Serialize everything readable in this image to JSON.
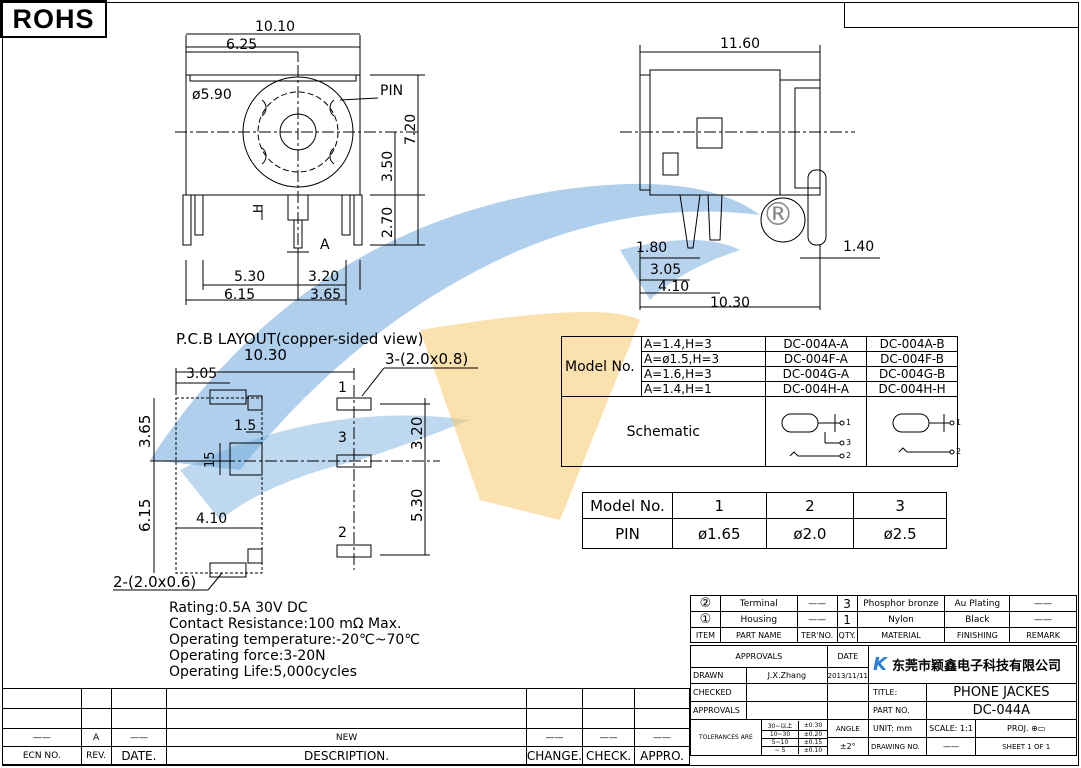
{
  "rohs": "ROHS",
  "colors": {
    "swoosh_blue": "#6fa8dc",
    "swoosh_yellow": "#f6c86a",
    "logo_blue": "#2a7fd4",
    "line": "#000000"
  },
  "front_view": {
    "dim_width": "10.10",
    "dim_offset": "6.25",
    "dia": "ø5.90",
    "pin": "PIN",
    "dim_h1": "7.20",
    "dim_h2": "3.50",
    "dim_h3": "2.70",
    "label_h": "H",
    "label_a": "A",
    "dim_b1": "5.30",
    "dim_b2": "3.20",
    "dim_b3": "6.15",
    "dim_b4": "3.65"
  },
  "side_view": {
    "dim_width": "11.60",
    "dim_180": "1.80",
    "dim_305": "3.05",
    "dim_410": "4.10",
    "dim_1030": "10.30",
    "dim_140": "1.40",
    "reg": "®"
  },
  "pcb": {
    "title": "P.C.B  LAYOUT(copper-sided  view)",
    "dim_1030": "10.30",
    "slot": "3-(2.0x0.8)",
    "dim_305": "3.05",
    "dim_365": "3.65",
    "dim_15a": "1.5",
    "dim_15b": "15",
    "dim_320": "3.20",
    "dim_615": "6.15",
    "dim_410": "4.10",
    "dim_530": "5.30",
    "slot2": "2-(2.0x0.6)",
    "pad1": "1",
    "pad2": "2",
    "pad3": "3"
  },
  "model_table": {
    "label": "Model  No.",
    "rows": [
      [
        "A=1.4,H=3",
        "DC-004A-A",
        "DC-004A-B"
      ],
      [
        "A=ø1.5,H=3",
        "DC-004F-A",
        "DC-004F-B"
      ],
      [
        "A=1.6,H=3",
        "DC-004G-A",
        "DC-004G-B"
      ],
      [
        "A=1.4,H=1",
        "DC-004H-A",
        "DC-004H-H"
      ]
    ],
    "schematic": "Schematic",
    "sch_labels": [
      "1",
      "3",
      "2",
      "1",
      "2"
    ]
  },
  "pin_table": {
    "header": [
      "Model  No.",
      "1",
      "2",
      "3"
    ],
    "row": [
      "PIN",
      "ø1.65",
      "ø2.0",
      "ø2.5"
    ]
  },
  "specs": [
    "Rating:0.5A  30V  DC",
    "Contact  Resistance:100  mΩ  Max.",
    "Operating  temperature:-20℃~70℃",
    "Operating  force:3-20N",
    "Operating  Life:5,000cycles"
  ],
  "bom": {
    "rows": [
      [
        "②",
        "Terminal",
        "——",
        "3",
        "Phosphor bronze",
        "Au Plating",
        "——"
      ],
      [
        "①",
        "Housing",
        "——",
        "1",
        "Nylon",
        "Black",
        "——"
      ]
    ],
    "header": [
      "ITEM",
      "PART NAME",
      "TER'NO.",
      "QTY.",
      "MATERIAL",
      "FINISHING",
      "REMARK"
    ]
  },
  "title_block": {
    "approvals": "APPROVALS",
    "date": "DATE",
    "company": "东莞市颖鑫电子科技有限公司",
    "drawn": "DRAWN",
    "drawn_by": "J.X.Zhang",
    "drawn_date": "2013/11/11",
    "checked": "CHECKED",
    "approvals2": "APPROVALS",
    "tolerances": "TOLERANCES ARE",
    "tol_rows": [
      [
        "30~以上",
        "±0.30"
      ],
      [
        "10~30",
        "±0.20"
      ],
      [
        "5~10",
        "±0.15"
      ],
      [
        "~ 5",
        "±0.10"
      ]
    ],
    "angle": "ANGLE",
    "angle_val": "±2°",
    "title_lbl": "TITLE:",
    "title": "PHONE  JACKES",
    "part_lbl": "PART  NO.",
    "part": "DC-044A",
    "unit": "UNIT:  mm",
    "scale": "SCALE:   1:1",
    "proj": "PROJ.",
    "drawing_no": "DRAWING  NO.",
    "drawing_val": "——",
    "sheet": "SHEET   1  OF  1"
  },
  "revision": {
    "rev": "A",
    "desc": "NEW",
    "headers": [
      "ECN  NO.",
      "REV.",
      "DATE.",
      "DESCRIPTION.",
      "CHANGE.",
      "CHECK.",
      "APPRO."
    ],
    "dash": "——"
  }
}
